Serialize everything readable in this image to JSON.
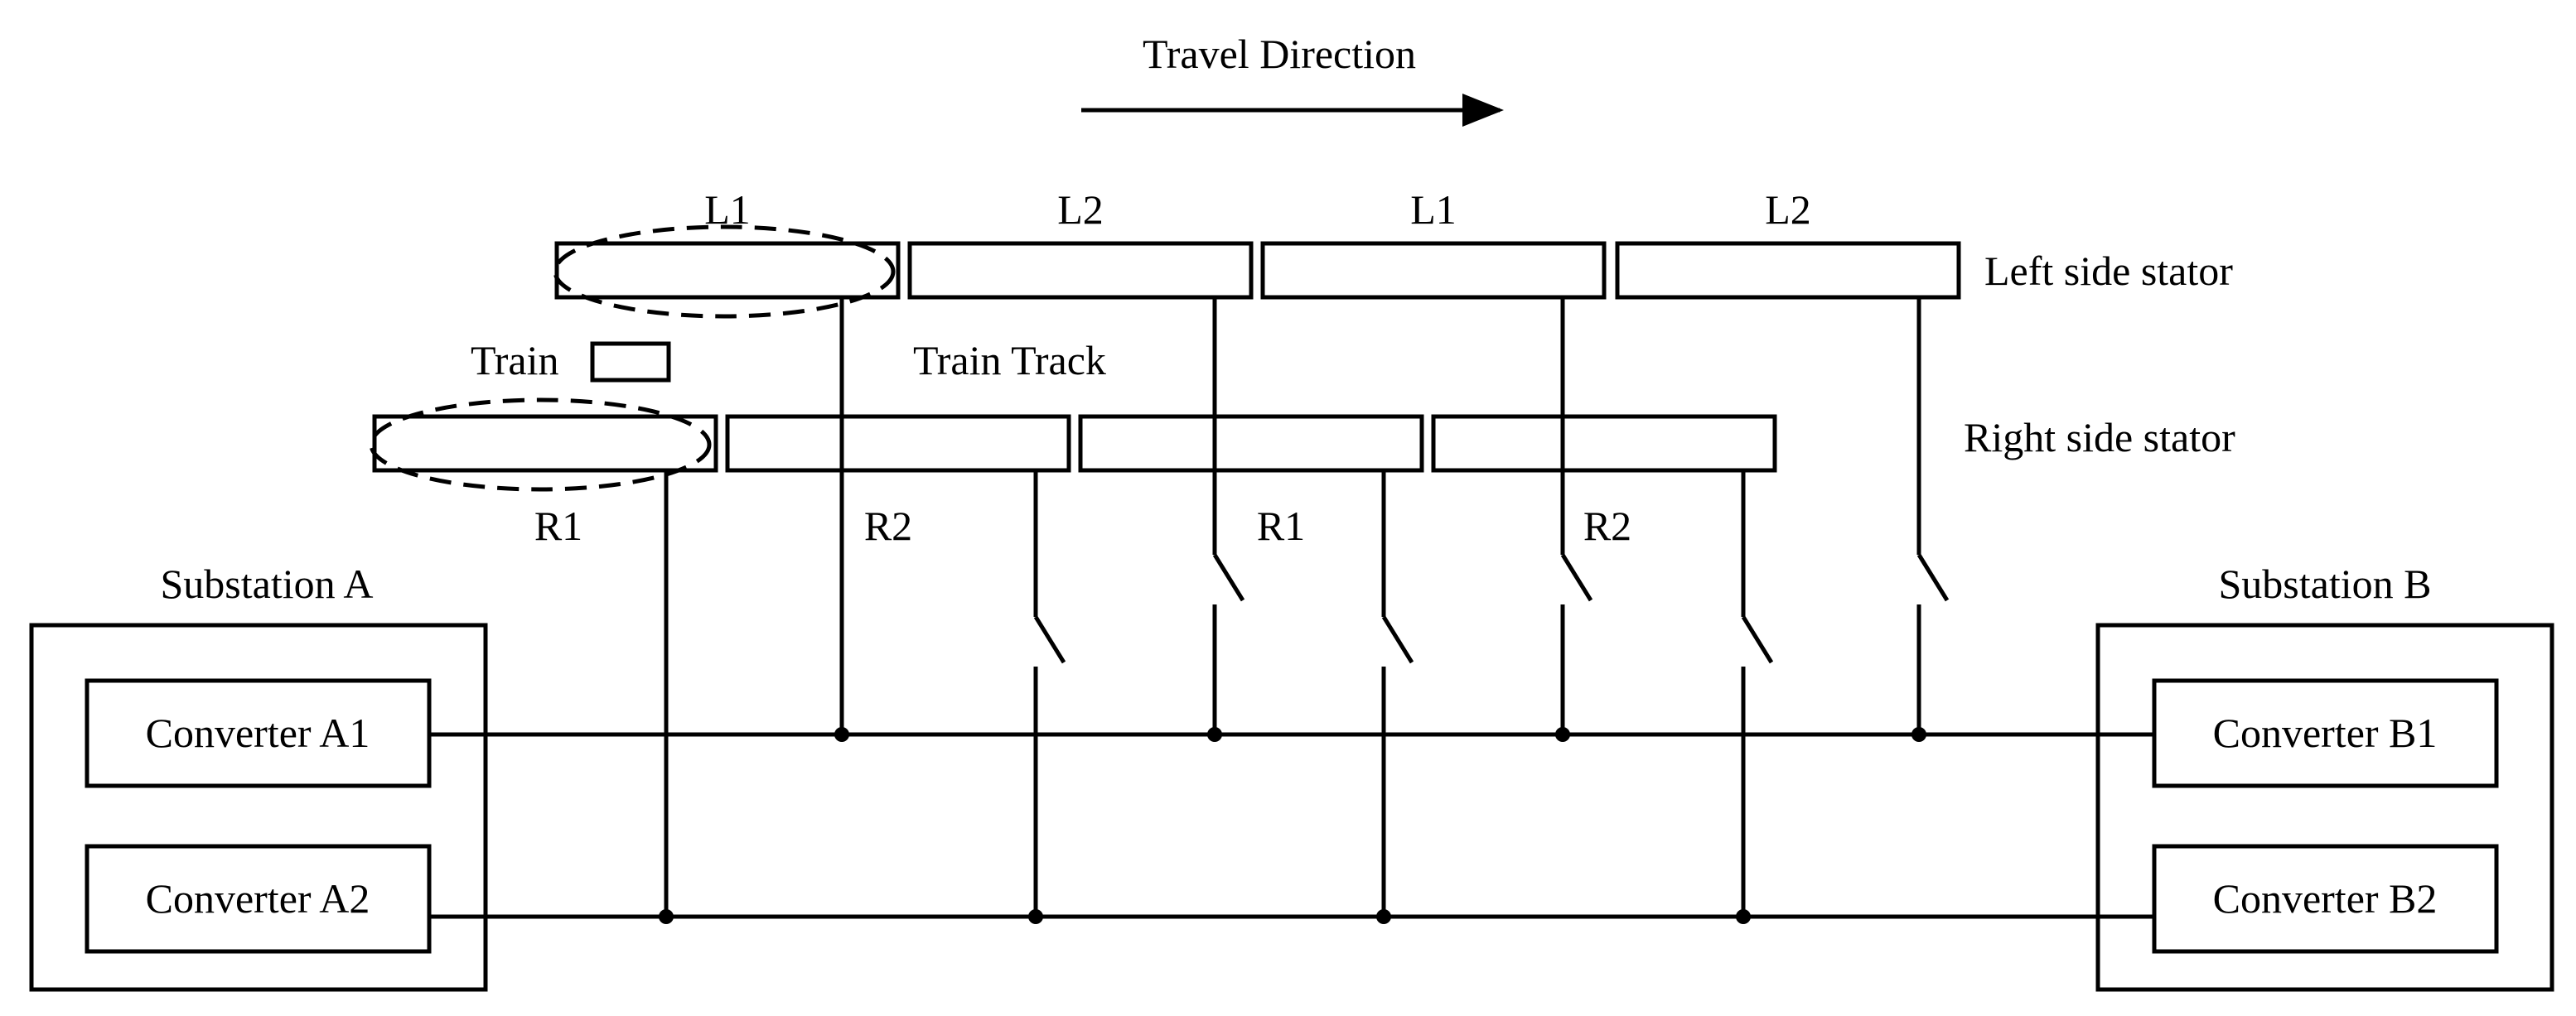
{
  "travel_direction": "Travel Direction",
  "train": "Train",
  "train_track": "Train Track",
  "left_side_stator": "Left side stator",
  "right_side_stator": "Right side stator",
  "left_segments": [
    "L1",
    "L2",
    "L1",
    "L2"
  ],
  "right_segments": [
    "R1",
    "R2",
    "R1",
    "R2"
  ],
  "substation_a": {
    "title": "Substation A",
    "converters": [
      "Converter A1",
      "Converter A2"
    ]
  },
  "substation_b": {
    "title": "Substation B",
    "converters": [
      "Converter B1",
      "Converter B2"
    ]
  }
}
